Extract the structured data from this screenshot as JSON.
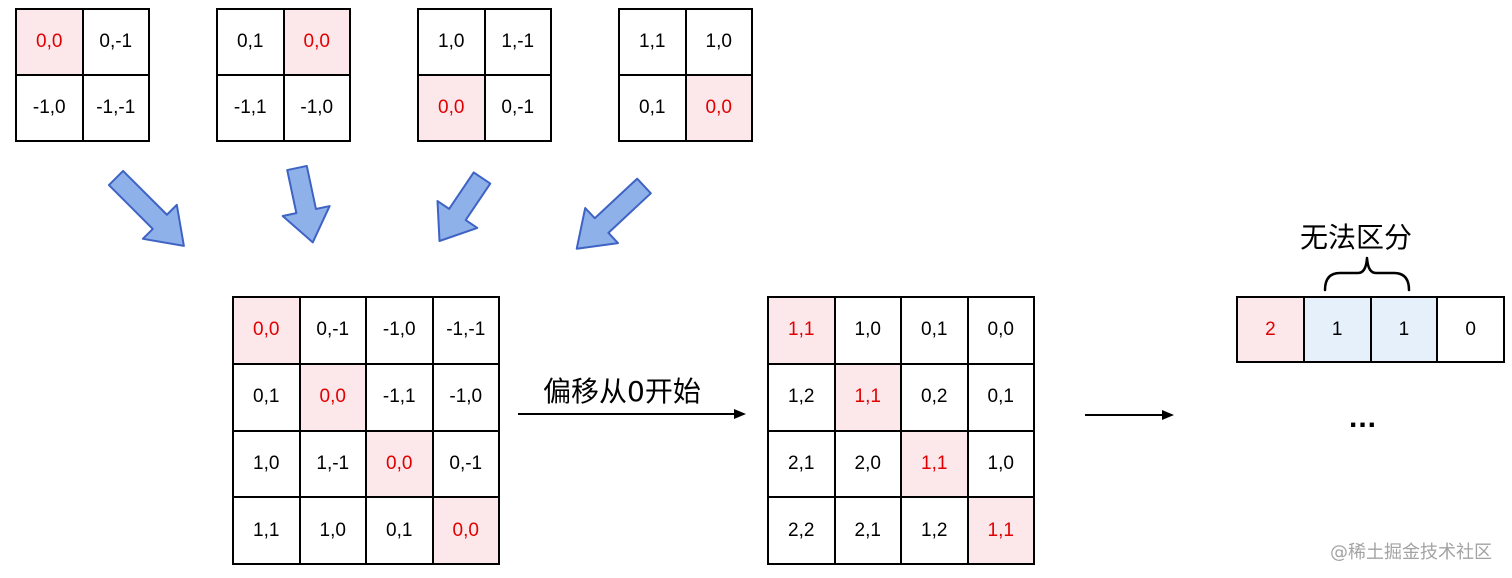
{
  "top_grids": [
    {
      "cells": [
        "0,0",
        "0,-1",
        "-1,0",
        "-1,-1"
      ],
      "highlight": [
        0
      ]
    },
    {
      "cells": [
        "0,1",
        "0,0",
        "-1,1",
        "-1,0"
      ],
      "highlight": [
        1
      ]
    },
    {
      "cells": [
        "1,0",
        "1,-1",
        "0,0",
        "0,-1"
      ],
      "highlight": [
        2
      ]
    },
    {
      "cells": [
        "1,1",
        "1,0",
        "0,1",
        "0,0"
      ],
      "highlight": [
        3
      ]
    }
  ],
  "merged_grid": {
    "cells": [
      "0,0",
      "0,-1",
      "-1,0",
      "-1,-1",
      "0,1",
      "0,0",
      "-1,1",
      "-1,0",
      "1,0",
      "1,-1",
      "0,0",
      "0,-1",
      "1,1",
      "1,0",
      "0,1",
      "0,0"
    ],
    "highlight": [
      0,
      5,
      10,
      15
    ]
  },
  "shift_label": "偏移从0开始",
  "shifted_grid": {
    "cells": [
      "1,1",
      "1,0",
      "0,1",
      "0,0",
      "1,2",
      "1,1",
      "0,2",
      "0,1",
      "2,1",
      "2,0",
      "1,1",
      "1,0",
      "2,2",
      "2,1",
      "1,2",
      "1,1"
    ],
    "highlight": [
      0,
      5,
      10,
      15
    ]
  },
  "result_row": {
    "cells": [
      "2",
      "1",
      "1",
      "0"
    ],
    "highlight": [
      0
    ],
    "blue": [
      1,
      2
    ]
  },
  "indistinguishable_label": "无法区分",
  "ellipsis": "...",
  "watermark": "@稀土掘金技术社区",
  "colors": {
    "highlight_text": "#e00000",
    "highlight_bg": "#fce7ea",
    "blue_bg": "#e6f0fb",
    "arrow_fill": "#8fb1ea",
    "arrow_stroke": "#3e63c4"
  }
}
